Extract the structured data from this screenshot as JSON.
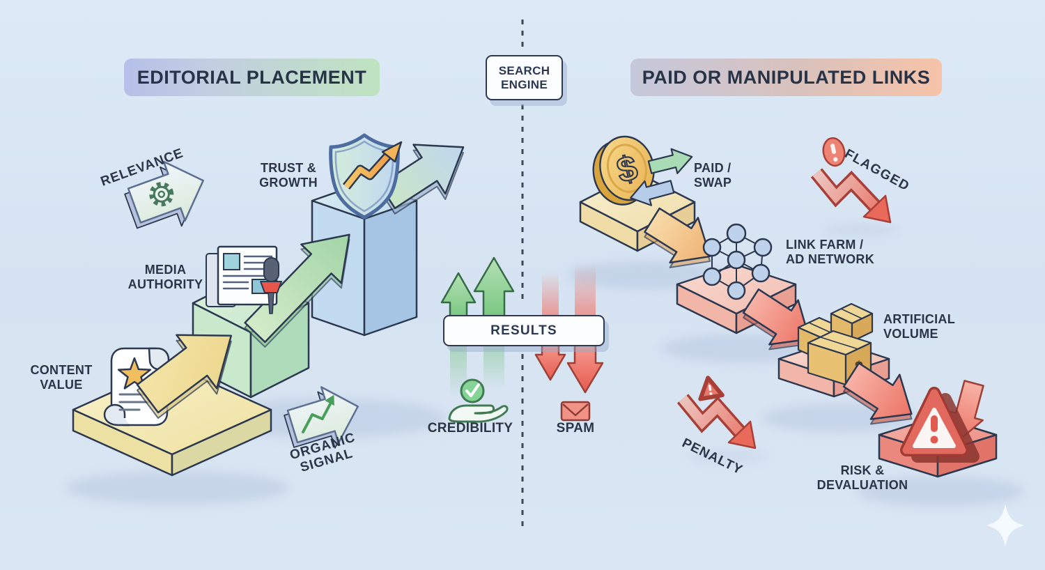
{
  "headers": {
    "left": "EDITORIAL PLACEMENT",
    "right": "PAID OR MANIPULATED LINKS"
  },
  "center": {
    "search_engine": "SEARCH\nENGINE",
    "results": "RESULTS",
    "credibility": "CREDIBILITY",
    "spam": "SPAM"
  },
  "left_flow": {
    "relevance": "RELEVANCE",
    "trust_growth": "TRUST &\nGROWTH",
    "media_authority": "MEDIA\nAUTHORITY",
    "content_value": "CONTENT\nVALUE",
    "organic_signal": "ORGANIC\nSIGNAL"
  },
  "right_flow": {
    "paid_swap": "PAID /\nSWAP",
    "flagged": "FLAGGED",
    "link_farm": "LINK FARM /\nAD NETWORK",
    "artificial_volume": "ARTIFICIAL\nVOLUME",
    "penalty": "PENALTY",
    "risk_devaluation": "RISK &\nDEVALUATION"
  },
  "glyphs": {
    "dollar": "$"
  },
  "icons": [
    "gear-icon",
    "shield-growth-icon",
    "newspaper-icon",
    "microphone-icon",
    "scroll-star-icon",
    "trend-up-icon",
    "check-hand-icon",
    "spam-envelope-icon",
    "coin-icon",
    "swap-arrows-icon",
    "link-network-icon",
    "boxes-icon",
    "warning-triangle-icon",
    "exclamation-badge-icon",
    "crash-arrow-icon",
    "sparkle-icon"
  ],
  "colors": {
    "background": "#d6e3f2",
    "outline": "#2c3850",
    "header_left_gradient": [
      "#b6c0e9",
      "#bfe3c0"
    ],
    "header_right_gradient": [
      "#c5c8dc",
      "#f7c3a9"
    ],
    "positive_green": "#7cc884",
    "negative_red": "#e65b4e",
    "gold": "#e9b152",
    "platform_yellow": "#f3e9b4",
    "platform_green": "#cfe9d2",
    "platform_blue": "#c6def0",
    "platform_pink": "#f4c0b4",
    "platform_red": "#ee9589"
  }
}
